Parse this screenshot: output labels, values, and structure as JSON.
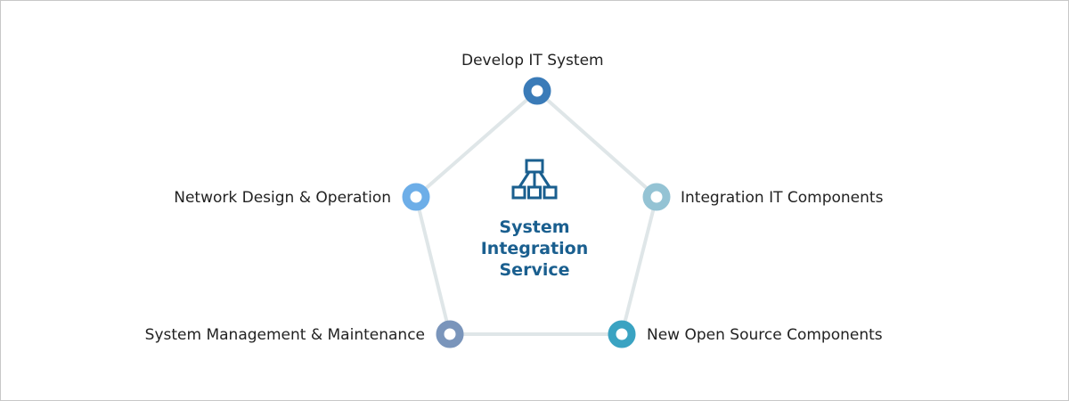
{
  "center": {
    "icon": "hierarchy-icon",
    "title_lines": [
      "System",
      "Integration",
      "Service"
    ]
  },
  "nodes": [
    {
      "label": "Develop IT System",
      "color": "#3a7bb8"
    },
    {
      "label": "Integration IT Components",
      "color": "#94c3d4"
    },
    {
      "label": "New Open Source Components",
      "color": "#3aa3c2"
    },
    {
      "label": "System Management & Maintenance",
      "color": "#7a95bb"
    },
    {
      "label": "Network Design & Operation",
      "color": "#6daee8"
    }
  ],
  "colors": {
    "edge": "#dfe6e8",
    "center_text": "#1a5f8f"
  }
}
